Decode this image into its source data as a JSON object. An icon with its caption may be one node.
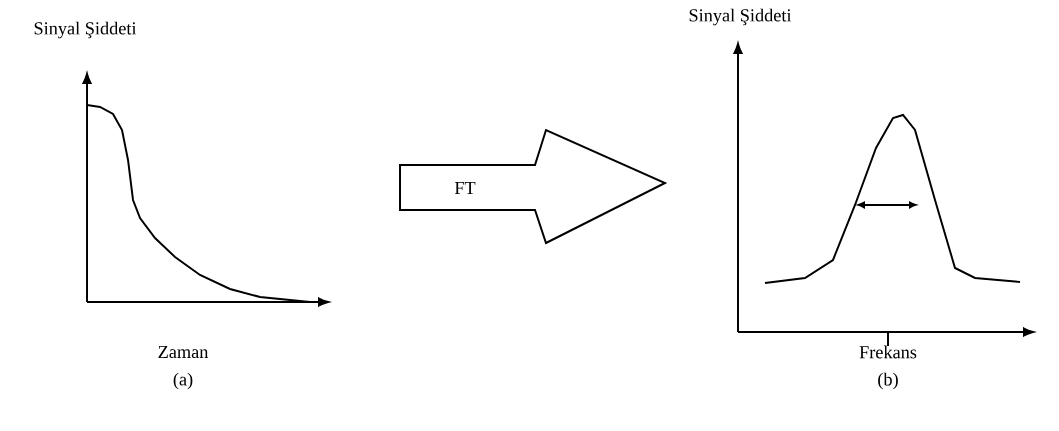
{
  "diagram": {
    "nodes": [
      {
        "text": [
          "FT"
        ]
      }
    ],
    "labels": [
      "Sinyal Şiddeti",
      "Zaman",
      "(a)",
      "Sinyal Şiddeti",
      "Frekans",
      "(b)"
    ]
  }
}
